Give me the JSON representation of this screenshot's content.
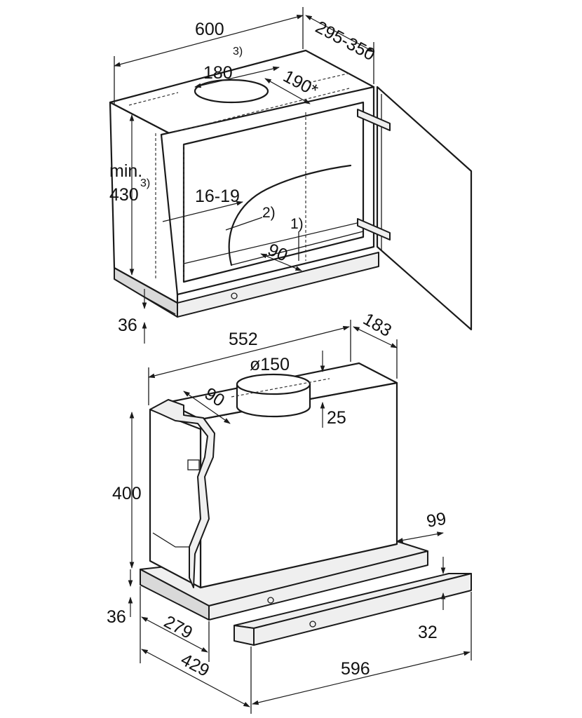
{
  "top_unit": {
    "width": "600",
    "depth": "295-350",
    "opening_offset": "180",
    "opening_offset_note": "3)",
    "depth_to_opening": "190*",
    "min_height_prefix": "min.",
    "min_height_value": "430",
    "min_height_note": "3)",
    "side_clearance": "16-19",
    "reference_2": "2)",
    "reference_1": "1)",
    "cutout_depth": "90",
    "base_height": "36"
  },
  "bottom_unit": {
    "width": "552",
    "depth": "183",
    "duct_diameter": "ø150",
    "duct_offset": "90",
    "duct_inset": "25",
    "height": "400",
    "trim_depth": "99",
    "base_height": "36",
    "front_depth": "279",
    "total_depth": "429",
    "panel_height": "32",
    "panel_width": "596"
  }
}
